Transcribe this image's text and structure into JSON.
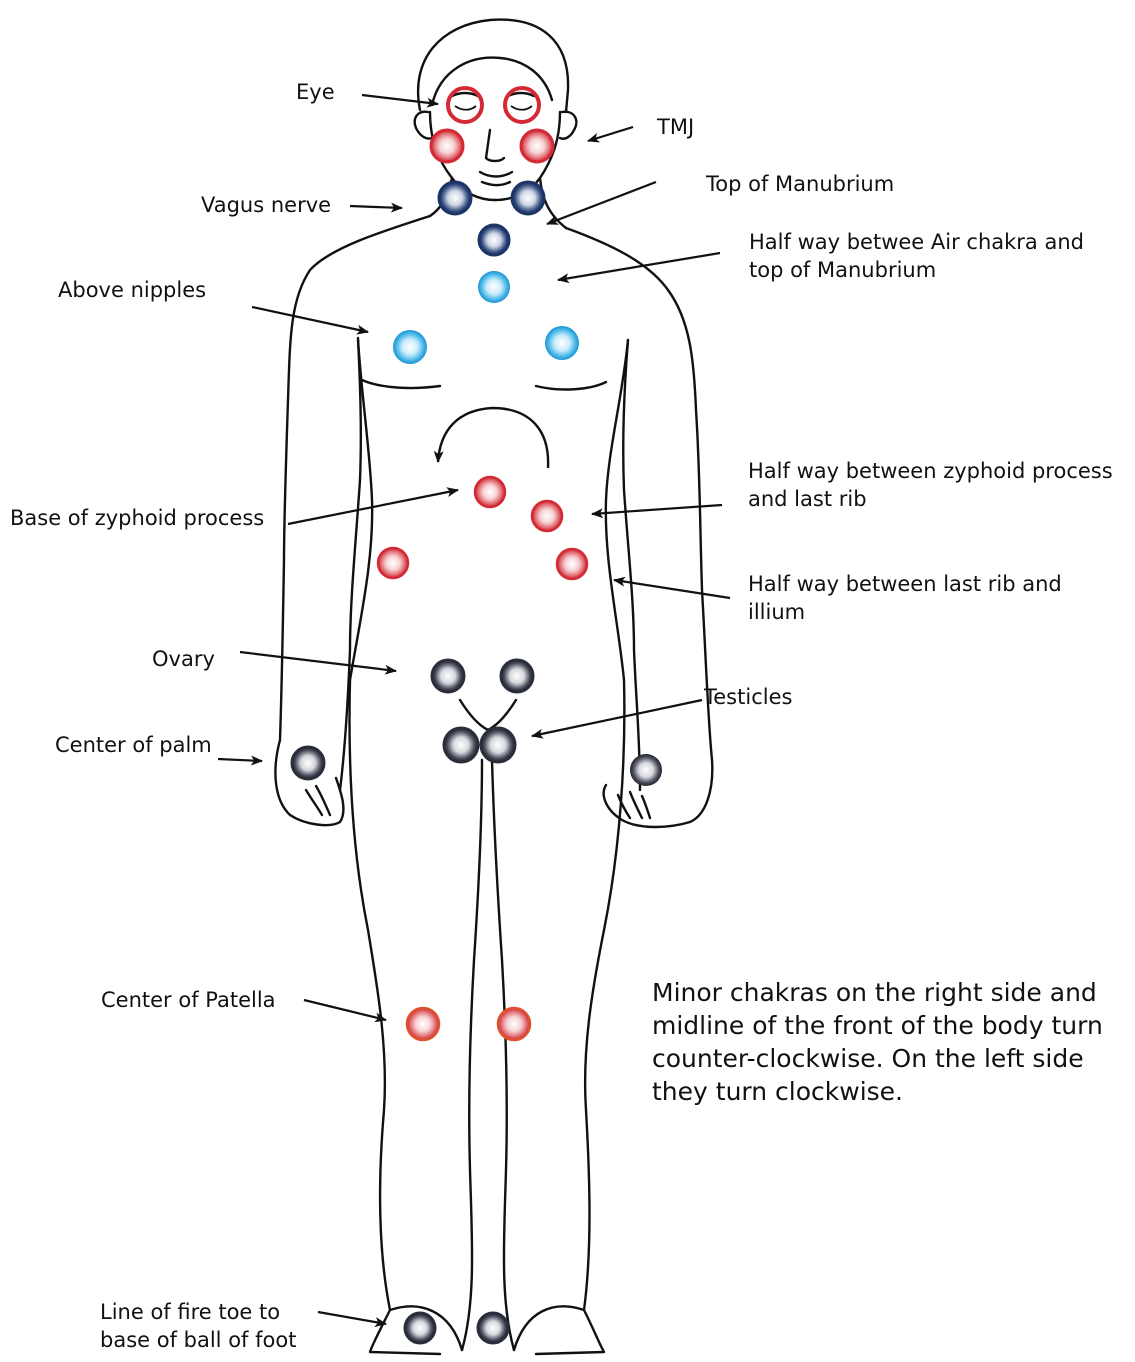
{
  "labels": {
    "eye": "Eye",
    "tmj": "TMJ",
    "vagus_nerve": "Vagus nerve",
    "top_of_manubrium": "Top of Manubrium",
    "half_air_chakra_1": "Half way betwee Air chakra and",
    "half_air_chakra_2": "top of Manubrium",
    "above_nipples": "Above nipples",
    "half_zyphoid_1": "Half way between zyphoid process",
    "half_zyphoid_2": "and last rib",
    "base_zyphoid": "Base of zyphoid process",
    "half_rib_1": "Half way between last rib and",
    "half_rib_2": "illium",
    "ovary": "Ovary",
    "testicles": "Testicles",
    "center_of_palm": "Center of palm",
    "center_of_patella": "Center of Patella",
    "line_fire_toe_1": "Line of fire toe to",
    "line_fire_toe_2": "base of ball of foot"
  },
  "note": {
    "line1": "Minor chakras on the right side and",
    "line2": "midline of the front of the body turn",
    "line3": "counter-clockwise. On the left side",
    "line4": "they turn clockwise."
  },
  "colors": {
    "red": "#d42a35",
    "blue_light": "#27a4dd",
    "navy": "#1d3566",
    "dark": "#2a2d3a",
    "outline": "#111111"
  }
}
